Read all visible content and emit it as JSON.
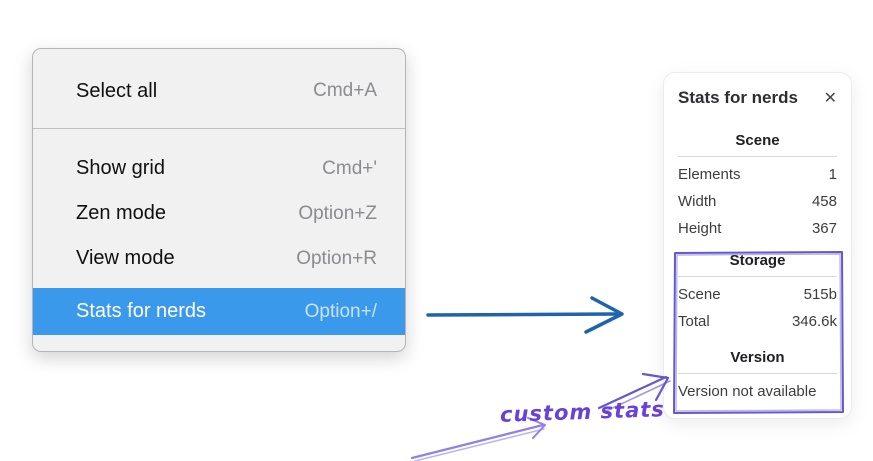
{
  "colors": {
    "menu_bg": "#f1f1f2",
    "menu_highlight": "#3b99ec",
    "arrow_blue": "#1e63ab",
    "sketch_violet": "#6558cf",
    "sketch_violet_light": "#9181e4",
    "annotation_text": "#6741d9"
  },
  "menu": {
    "items": [
      {
        "label": "Select all",
        "shortcut": "Cmd+A",
        "selected": false
      },
      {
        "label": "Show grid",
        "shortcut": "Cmd+'",
        "selected": false
      },
      {
        "label": "Zen mode",
        "shortcut": "Option+Z",
        "selected": false
      },
      {
        "label": "View mode",
        "shortcut": "Option+R",
        "selected": false
      },
      {
        "label": "Stats for nerds",
        "shortcut": "Option+/",
        "selected": true
      }
    ]
  },
  "stats_panel": {
    "title": "Stats for nerds",
    "close_icon": "✕",
    "sections": [
      {
        "heading": "Scene",
        "rows": [
          {
            "label": "Elements",
            "value": "1"
          },
          {
            "label": "Width",
            "value": "458"
          },
          {
            "label": "Height",
            "value": "367"
          }
        ]
      },
      {
        "heading": "Storage",
        "rows": [
          {
            "label": "Scene",
            "value": "515b"
          },
          {
            "label": "Total",
            "value": "346.6k"
          }
        ]
      },
      {
        "heading": "Version",
        "note": "Version not available"
      }
    ]
  },
  "annotation": {
    "label": "custom stats"
  }
}
